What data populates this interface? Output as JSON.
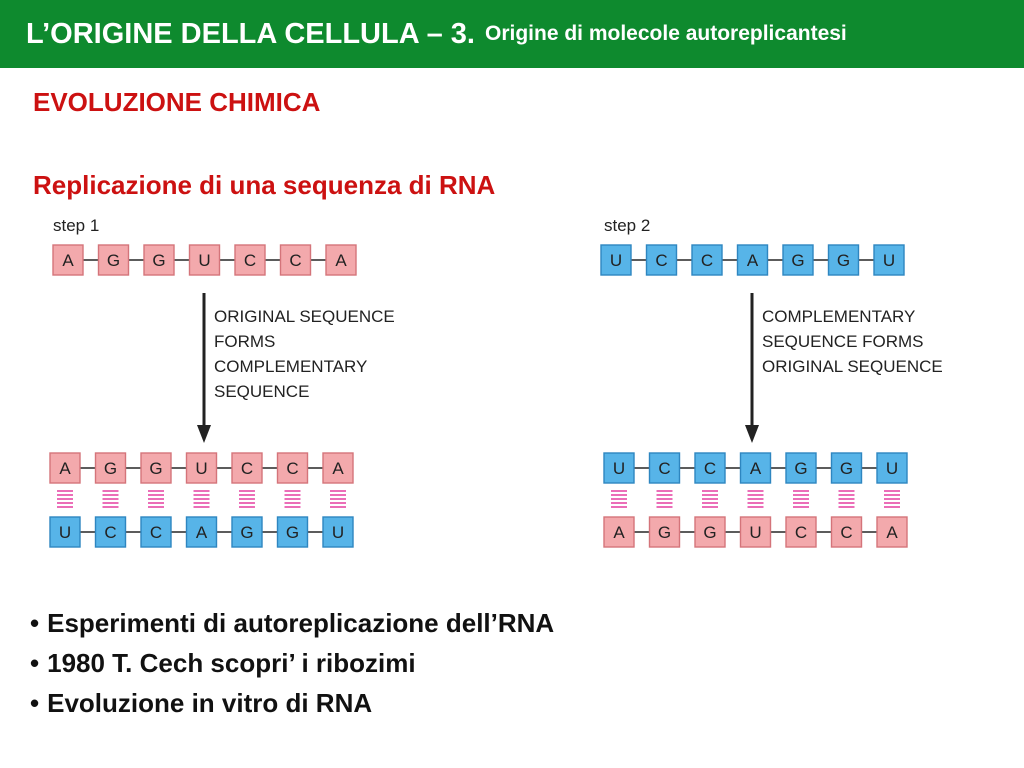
{
  "header": {
    "title": "L’ORIGINE DELLA CELLULA – 3.",
    "subtitle": "Origine di molecole autoreplicantesi"
  },
  "section": {
    "heading": "EVOLUZIONE CHIMICA",
    "subheading": "Replicazione di una sequenza di RNA"
  },
  "colors": {
    "header_bg": "#0e8a2e",
    "heading_red": "#cc1111",
    "original_fill": "#f3a9ac",
    "original_stroke": "#d4747a",
    "complement_fill": "#57b4e8",
    "complement_stroke": "#2e86c0",
    "bond": "#e64aa6"
  },
  "diagram": {
    "steps": [
      {
        "label": "step 1",
        "caption": [
          "ORIGINAL SEQUENCE",
          "FORMS",
          "COMPLEMENTARY",
          "SEQUENCE"
        ],
        "top_strand": {
          "bases": [
            "A",
            "G",
            "G",
            "U",
            "C",
            "C",
            "A"
          ],
          "kind": "original"
        },
        "result_top": {
          "bases": [
            "A",
            "G",
            "G",
            "U",
            "C",
            "C",
            "A"
          ],
          "kind": "original"
        },
        "result_bottom": {
          "bases": [
            "U",
            "C",
            "C",
            "A",
            "G",
            "G",
            "U"
          ],
          "kind": "complement"
        }
      },
      {
        "label": "step 2",
        "caption": [
          "COMPLEMENTARY",
          "SEQUENCE FORMS",
          "ORIGINAL SEQUENCE"
        ],
        "top_strand": {
          "bases": [
            "U",
            "C",
            "C",
            "A",
            "G",
            "G",
            "U"
          ],
          "kind": "complement"
        },
        "result_top": {
          "bases": [
            "U",
            "C",
            "C",
            "A",
            "G",
            "G",
            "U"
          ],
          "kind": "complement"
        },
        "result_bottom": {
          "bases": [
            "A",
            "G",
            "G",
            "U",
            "C",
            "C",
            "A"
          ],
          "kind": "original"
        }
      }
    ]
  },
  "bullets": [
    "Esperimenti di autoreplicazione dell’RNA",
    "1980 T. Cech scopri’ i ribozimi",
    "Evoluzione in vitro di RNA"
  ]
}
